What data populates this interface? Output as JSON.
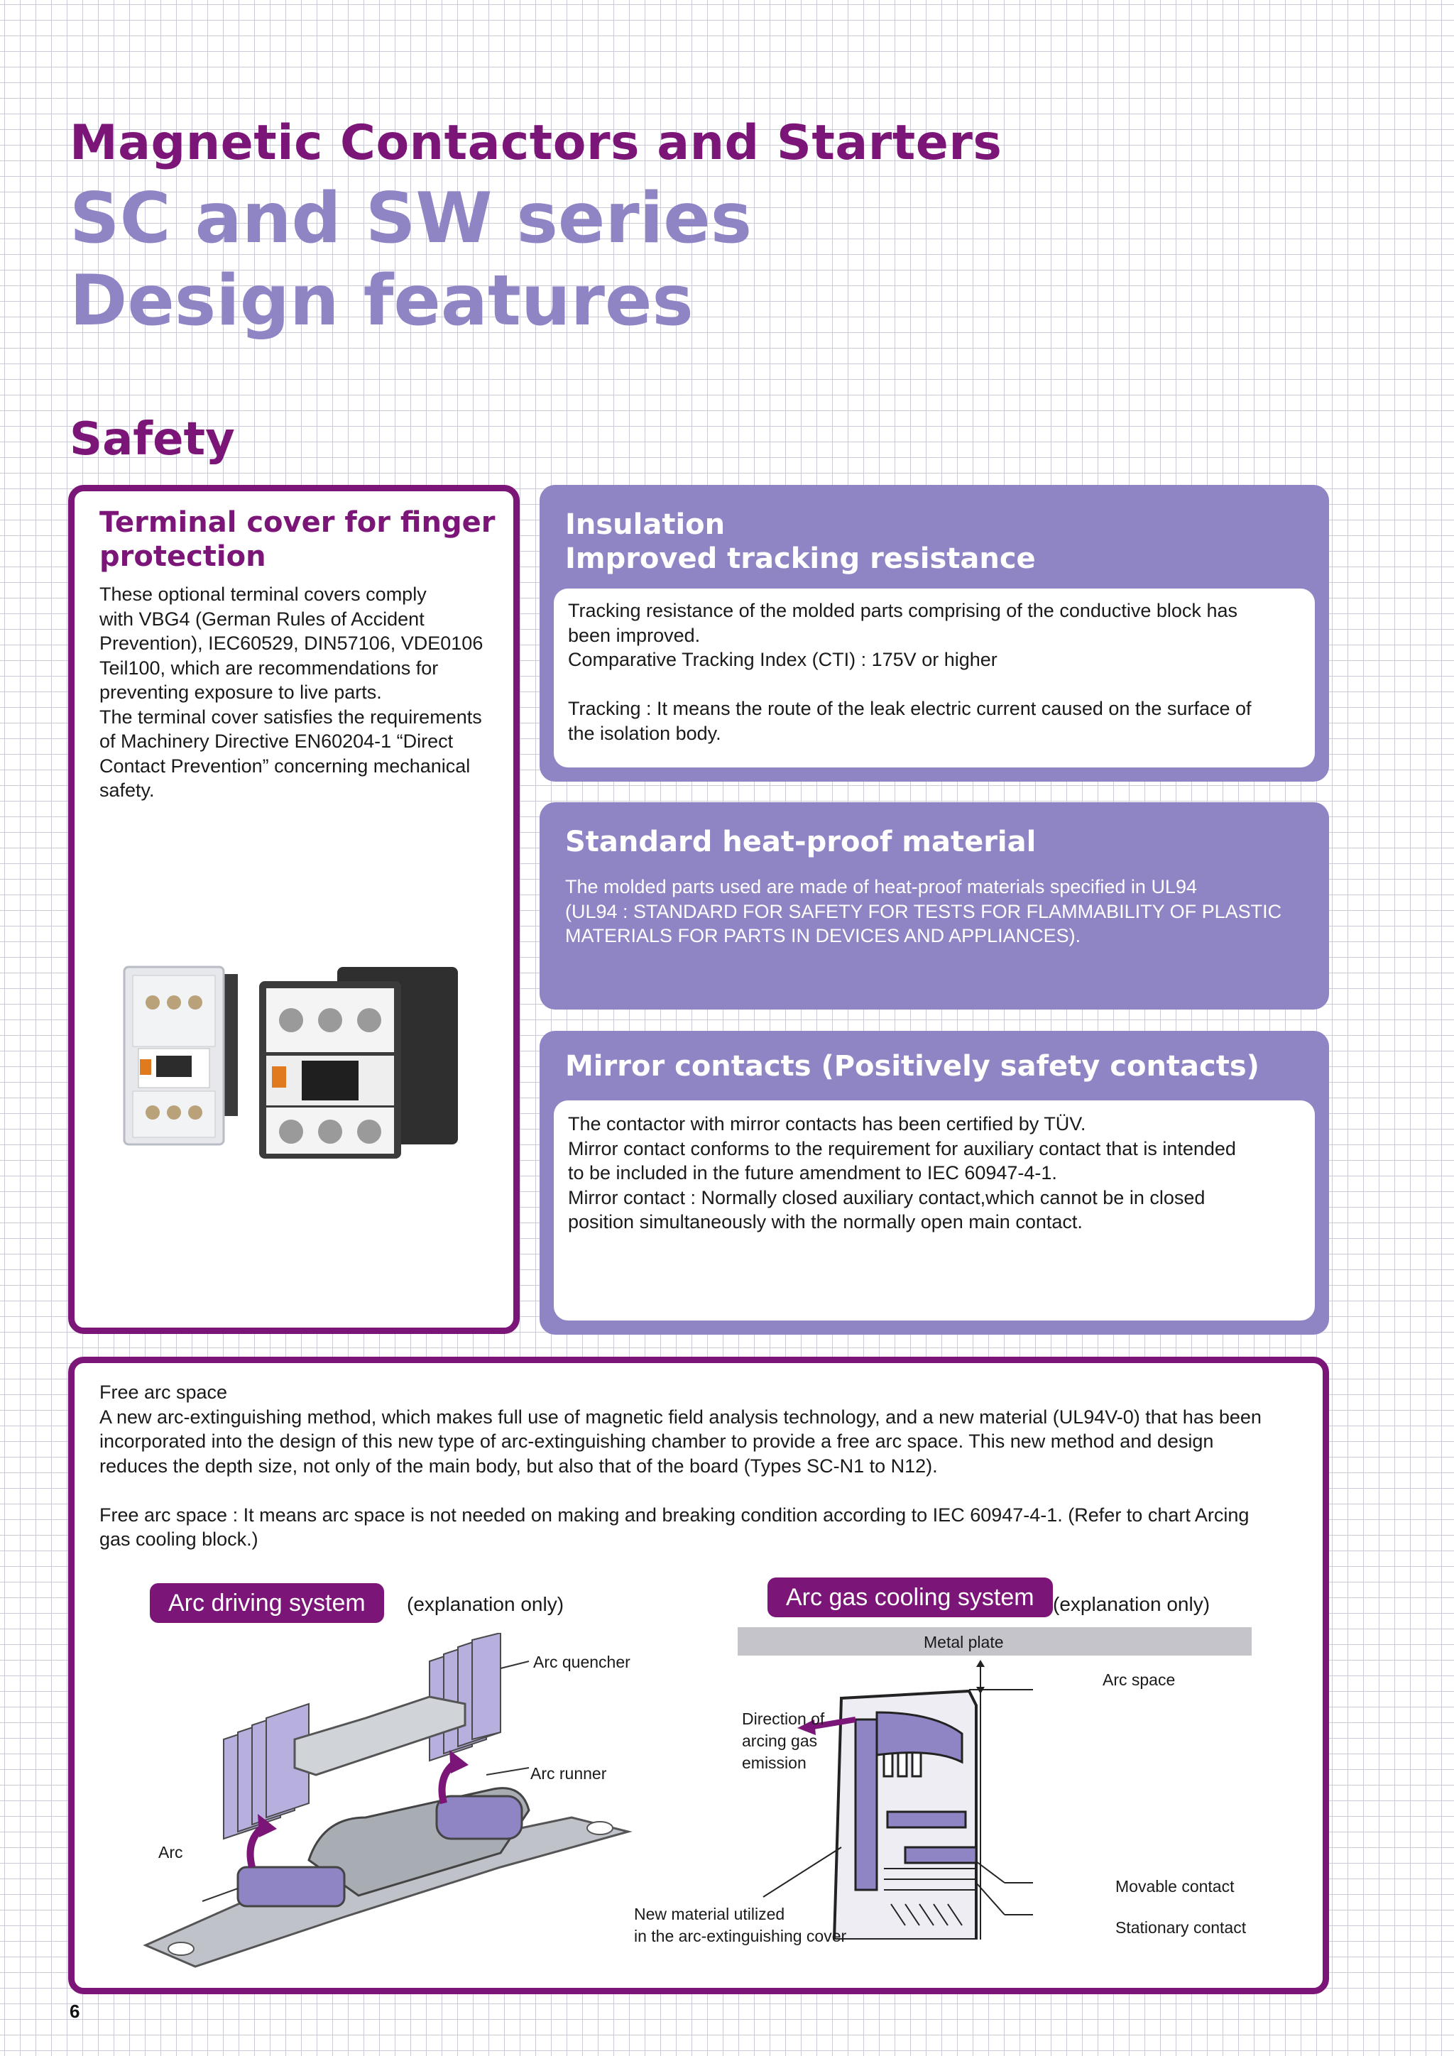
{
  "header": {
    "line1": "Magnetic Contactors and Starters",
    "line2": "SC and SW series",
    "line3": "Design features"
  },
  "section_title": "Safety",
  "terminal_cover": {
    "title": "Terminal cover for finger protection",
    "body": "These optional terminal covers comply\nwith VBG4 (German Rules of Accident\nPrevention), IEC60529, DIN57106, VDE0106\nTeil100, which are recommendations for\npreventing exposure to live parts.\nThe terminal cover satisfies the requirements\nof Machinery Directive EN60204-1 “Direct\nContact Prevention” concerning mechanical\nsafety."
  },
  "insulation": {
    "title_line1": "Insulation",
    "title_line2": "Improved tracking resistance",
    "body": "Tracking resistance of the molded parts comprising of the conductive block has\nbeen improved.\nComparative Tracking Index (CTI) : 175V or higher\n\nTracking : It means the route of the leak electric current caused on the surface of\nthe isolation body."
  },
  "heat_proof": {
    "title": "Standard heat-proof material",
    "body": "The molded parts used are made of heat-proof materials specified in UL94\n(UL94 : STANDARD FOR SAFETY FOR TESTS FOR FLAMMABILITY OF PLASTIC\nMATERIALS FOR PARTS IN DEVICES AND APPLIANCES)."
  },
  "mirror": {
    "title": "Mirror contacts (Positively safety contacts)",
    "body": "The contactor with mirror contacts has been certified by TÜV.\nMirror contact conforms to the requirement for auxiliary contact that is intended\nto be included in the future amendment to IEC 60947-4-1.\nMirror contact : Normally closed auxiliary contact,which cannot be in closed\nposition simultaneously with the normally open main contact."
  },
  "free_arc": {
    "body": "Free arc space\nA new arc-extinguishing method, which makes full use of magnetic field analysis technology, and a new material (UL94V-0) that has been\nincorporated into the design of this new type of arc-extinguishing chamber to provide a free arc space. This new method and design\nreduces the depth size, not only of the main body, but also that of the board (Types SC-N1 to N12).\n\nFree arc space : It means arc space is not needed on making and breaking condition according to IEC 60947-4-1. (Refer to chart  Arcing\ngas cooling block.)"
  },
  "arc_driving": {
    "label": "Arc driving system",
    "note": "(explanation only)",
    "arc_quencher": "Arc quencher",
    "arc_runner": "Arc runner",
    "arc": "Arc"
  },
  "arc_gas": {
    "label": "Arc gas cooling system",
    "note": "(explanation only)",
    "metal_plate": "Metal plate",
    "arc_space": "Arc space",
    "direction": "Direction of\narcing gas\nemission",
    "new_material": "New material utilized\nin the arc-extinguishing cover",
    "movable": "Movable contact",
    "stationary": "Stationary contact"
  },
  "page_number": "6",
  "colors": {
    "brand_purple": "#7b1578",
    "lavender": "#8f84c4",
    "grid": "#c9ccd6"
  }
}
